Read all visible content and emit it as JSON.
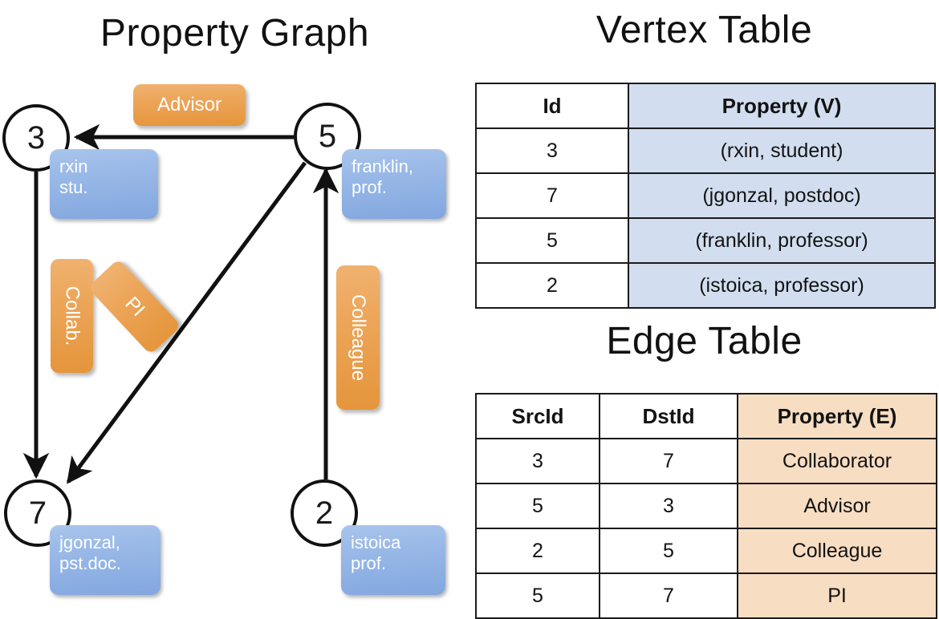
{
  "titles": {
    "property_graph": "Property Graph",
    "vertex_table": "Vertex Table",
    "edge_table": "Edge Table"
  },
  "graph": {
    "vertices": [
      {
        "id": "3",
        "property_box": {
          "line1": "rxin",
          "line2": "stu."
        }
      },
      {
        "id": "5",
        "property_box": {
          "line1": "franklin,",
          "line2": "prof."
        }
      },
      {
        "id": "7",
        "property_box": {
          "line1": "jgonzal,",
          "line2": "pst.doc."
        }
      },
      {
        "id": "2",
        "property_box": {
          "line1": "istoica",
          "line2": "prof."
        }
      }
    ],
    "edge_labels": [
      {
        "key": "advisor",
        "text": "Advisor"
      },
      {
        "key": "collab",
        "text": "Collab."
      },
      {
        "key": "pi",
        "text": "PI"
      },
      {
        "key": "colleague",
        "text": "Colleague"
      }
    ]
  },
  "vertex_table": {
    "headers": [
      "Id",
      "Property (V)"
    ],
    "rows": [
      {
        "id": "3",
        "property": "(rxin, student)"
      },
      {
        "id": "7",
        "property": "(jgonzal, postdoc)"
      },
      {
        "id": "5",
        "property": "(franklin, professor)"
      },
      {
        "id": "2",
        "property": "(istoica, professor)"
      }
    ]
  },
  "edge_table": {
    "headers": [
      "SrcId",
      "DstId",
      "Property (E)"
    ],
    "rows": [
      {
        "src": "3",
        "dst": "7",
        "property": "Collaborator"
      },
      {
        "src": "5",
        "dst": "3",
        "property": "Advisor"
      },
      {
        "src": "2",
        "dst": "5",
        "property": "Colleague"
      },
      {
        "src": "5",
        "dst": "7",
        "property": "PI"
      }
    ]
  },
  "colors": {
    "vertex_property_blue": "#9bbae8",
    "edge_label_orange": "#eca558",
    "table_property_v_fill": "#d2deef",
    "table_property_e_fill": "#f7ddc2",
    "stroke": "#111111",
    "background": "#ffffff"
  }
}
